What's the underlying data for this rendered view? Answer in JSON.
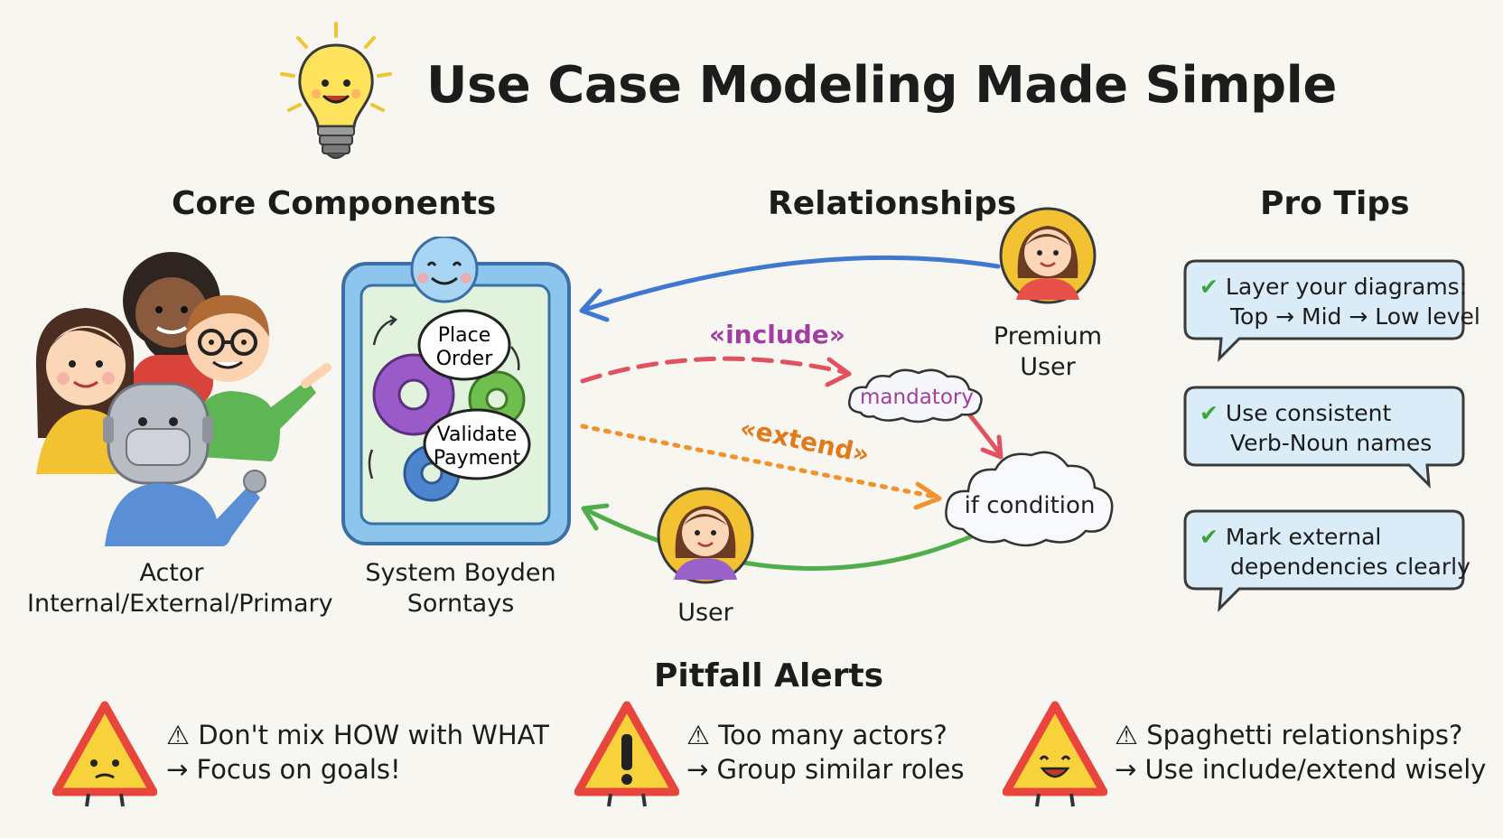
{
  "header": {
    "title": "Use Case Modeling Made Simple"
  },
  "sections": {
    "core": "Core Components",
    "relationships": "Relationships",
    "tips": "Pro Tips",
    "pitfalls": "Pitfall Alerts"
  },
  "core": {
    "actor_label_1": "Actor",
    "actor_label_2": "Internal/External/Primary",
    "system_label_1": "System Boyden",
    "system_label_2": "Sorntays",
    "use_case_1_line_1": "Place",
    "use_case_1_line_2": "Order",
    "use_case_2_line_1": "Validate",
    "use_case_2_line_2": "Payment"
  },
  "relationships": {
    "premium_user_1": "Premium",
    "premium_user_2": "User",
    "user": "User",
    "include": "«include»",
    "extend": "«extend»",
    "mandatory": "mandatory",
    "if_condition": "if condition"
  },
  "tips": [
    {
      "check": "✔",
      "line1": "Layer your diagrams:",
      "line2": "Top → Mid → Low level"
    },
    {
      "check": "✔",
      "line1": "Use consistent",
      "line2": "Verb-Noun names"
    },
    {
      "check": "✔",
      "line1": "Mark external",
      "line2": "dependencies clearly"
    }
  ],
  "pitfalls": [
    {
      "line1": "⚠ Don't mix HOW with WHAT",
      "line2": "→ Focus on goals!"
    },
    {
      "line1": "⚠ Too many actors?",
      "line2": "→ Group similar roles"
    },
    {
      "line1": "⚠ Spaghetti relationships?",
      "line2": "→ Use include/extend wisely"
    }
  ],
  "colors": {
    "include": "#a23ea0",
    "extend": "#e07a1a",
    "blue_arrow": "#3f78d0",
    "green_arrow": "#4fae4a",
    "red_dash": "#e05260",
    "tip_bg": "#d9ecf7",
    "warning": "#e8453c"
  }
}
